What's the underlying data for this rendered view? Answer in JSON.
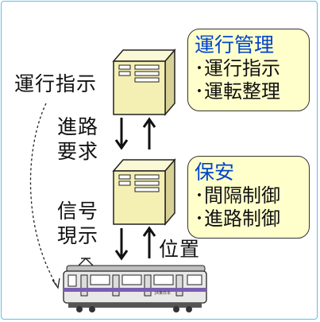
{
  "labels": {
    "operation_instruction": "運行指示",
    "route_request": [
      "進路",
      "要求"
    ],
    "signal_display": [
      "信号",
      "現示"
    ],
    "position": "位置"
  },
  "boxes": {
    "operation_management": {
      "title": "運行管理",
      "items": [
        "･運行指示",
        "･運転整理"
      ]
    },
    "safety": {
      "title": "保安",
      "items": [
        "･間隔制御",
        "･進路制御"
      ]
    }
  },
  "train": {
    "logo": "JR東日本"
  },
  "colors": {
    "border": "#5bc0e6",
    "box_fill": "#ffffcc",
    "box_title": "#0044cc",
    "server_fill": "#f4f0b4",
    "train_stripe": "#7a5fb0"
  }
}
